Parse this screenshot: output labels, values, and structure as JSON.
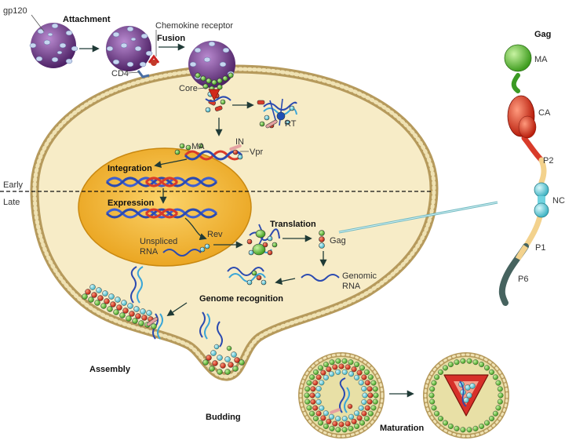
{
  "labels": {
    "gp120": "gp120",
    "attachment": "Attachment",
    "chemokine_receptor": "Chemokine receptor",
    "fusion": "Fusion",
    "cd4": "CD4",
    "core": "Core",
    "rt": "RT",
    "ma": "MA",
    "in": "IN",
    "vpr": "Vpr",
    "early": "Early",
    "late": "Late",
    "integration": "Integration",
    "expression": "Expression",
    "unspliced_rna": "Unspliced\nRNA",
    "rev": "Rev",
    "translation": "Translation",
    "gag_small": "Gag",
    "genomic_rna": "Genomic\nRNA",
    "genome_recognition": "Genome recognition",
    "assembly": "Assembly",
    "budding": "Budding",
    "maturation": "Maturation"
  },
  "gag_panel": {
    "title": "Gag",
    "domains": [
      "MA",
      "CA",
      "P2",
      "NC",
      "P1",
      "P6"
    ]
  },
  "colors": {
    "cell_fill": "#f7ecc7",
    "nucleus_fill": "#f3b52a",
    "virion": "#7a3f8e",
    "ma_green": "#6ccc3a",
    "ca_red": "#e23b22",
    "nc_cyan": "#6fd3df",
    "p_tan": "#f3d28d",
    "p6_gray": "#46635f"
  }
}
